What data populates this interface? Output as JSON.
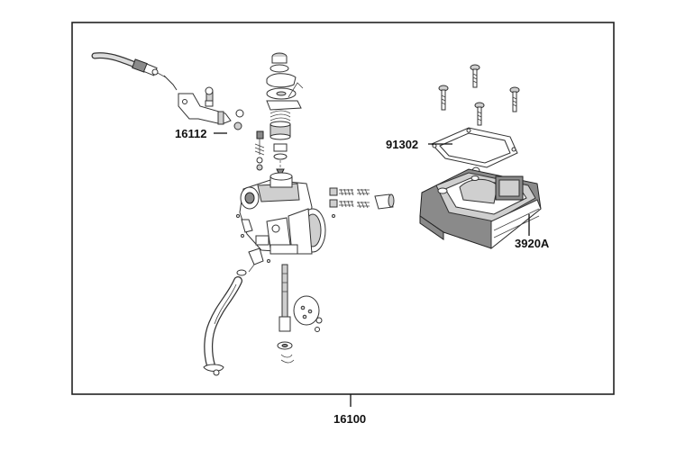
{
  "diagram": {
    "callouts": {
      "p16112": "16112",
      "p91302": "91302",
      "p3920a": "3920A",
      "p16100": "16100"
    },
    "colors": {
      "ink": "#333333",
      "shade": "#8a8a8a",
      "light": "#cfcfcf",
      "background": "#ffffff"
    }
  }
}
